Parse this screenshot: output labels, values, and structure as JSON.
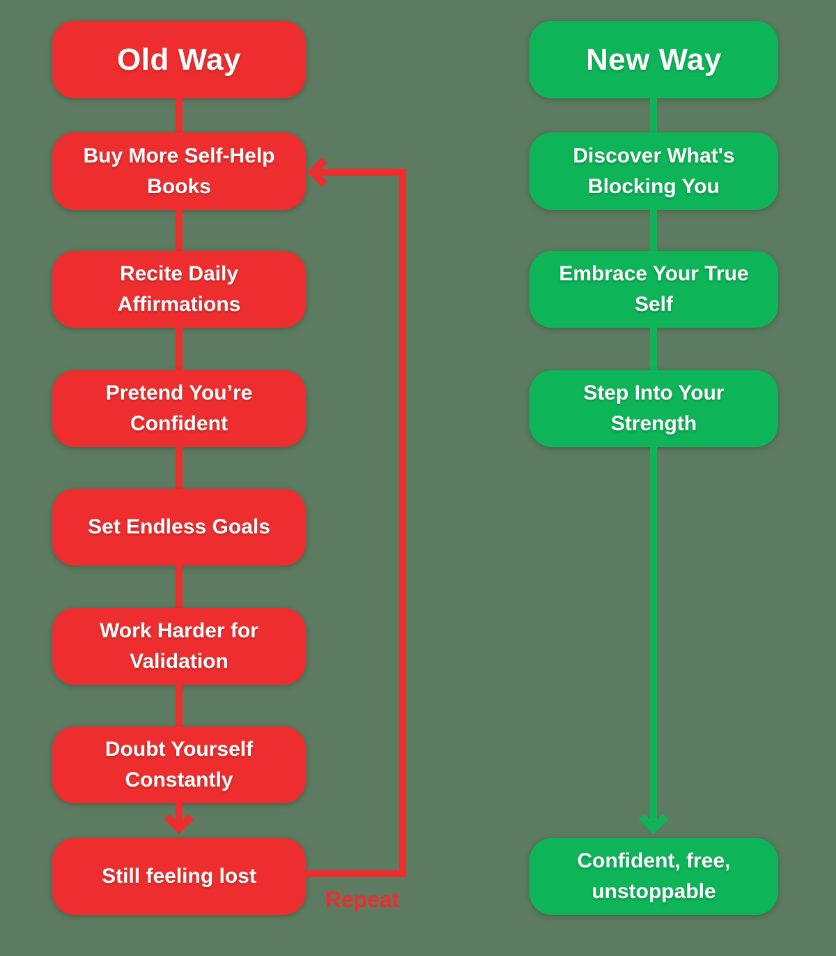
{
  "colors": {
    "red": "#ee2e2e",
    "green": "#0eb458",
    "background": "#5d7b60",
    "text_on_box": "#ffffff"
  },
  "old_way": {
    "title": "Old Way",
    "steps": [
      "Buy More Self-Help Books",
      "Recite Daily Affirmations",
      "Pretend You’re Confident",
      "Set Endless Goals",
      "Work Harder for Validation",
      "Doubt Yourself Constantly",
      "Still feeling lost"
    ],
    "loop_label": "Repeat"
  },
  "new_way": {
    "title": "New Way",
    "steps": [
      "Discover What's Blocking You",
      "Embrace Your True Self",
      "Step Into Your Strength"
    ],
    "result": "Confident, free, unstoppable"
  }
}
